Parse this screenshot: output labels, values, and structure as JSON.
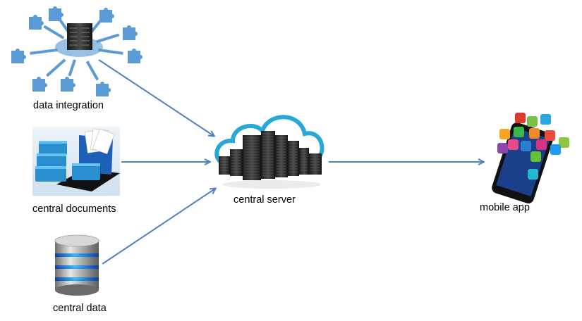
{
  "diagram": {
    "nodes": [
      {
        "id": "data-integration",
        "label": "data integration",
        "icon": "puzzle-network-icon"
      },
      {
        "id": "central-documents",
        "label": "central documents",
        "icon": "folders-laptop-icon"
      },
      {
        "id": "central-data",
        "label": "central data",
        "icon": "database-icon"
      },
      {
        "id": "central-server",
        "label": "central server",
        "icon": "cloud-server-icon"
      },
      {
        "id": "mobile-app",
        "label": "mobile app",
        "icon": "smartphone-apps-icon"
      }
    ],
    "edges": [
      {
        "from": "data-integration",
        "to": "central-server"
      },
      {
        "from": "central-documents",
        "to": "central-server"
      },
      {
        "from": "central-data",
        "to": "central-server"
      },
      {
        "from": "central-server",
        "to": "mobile-app"
      }
    ],
    "colors": {
      "arrow": "#4f81bd",
      "puzzle": "#5b9bd5",
      "cloud": "#29a8d8",
      "folder": "#2a8fcf"
    }
  }
}
